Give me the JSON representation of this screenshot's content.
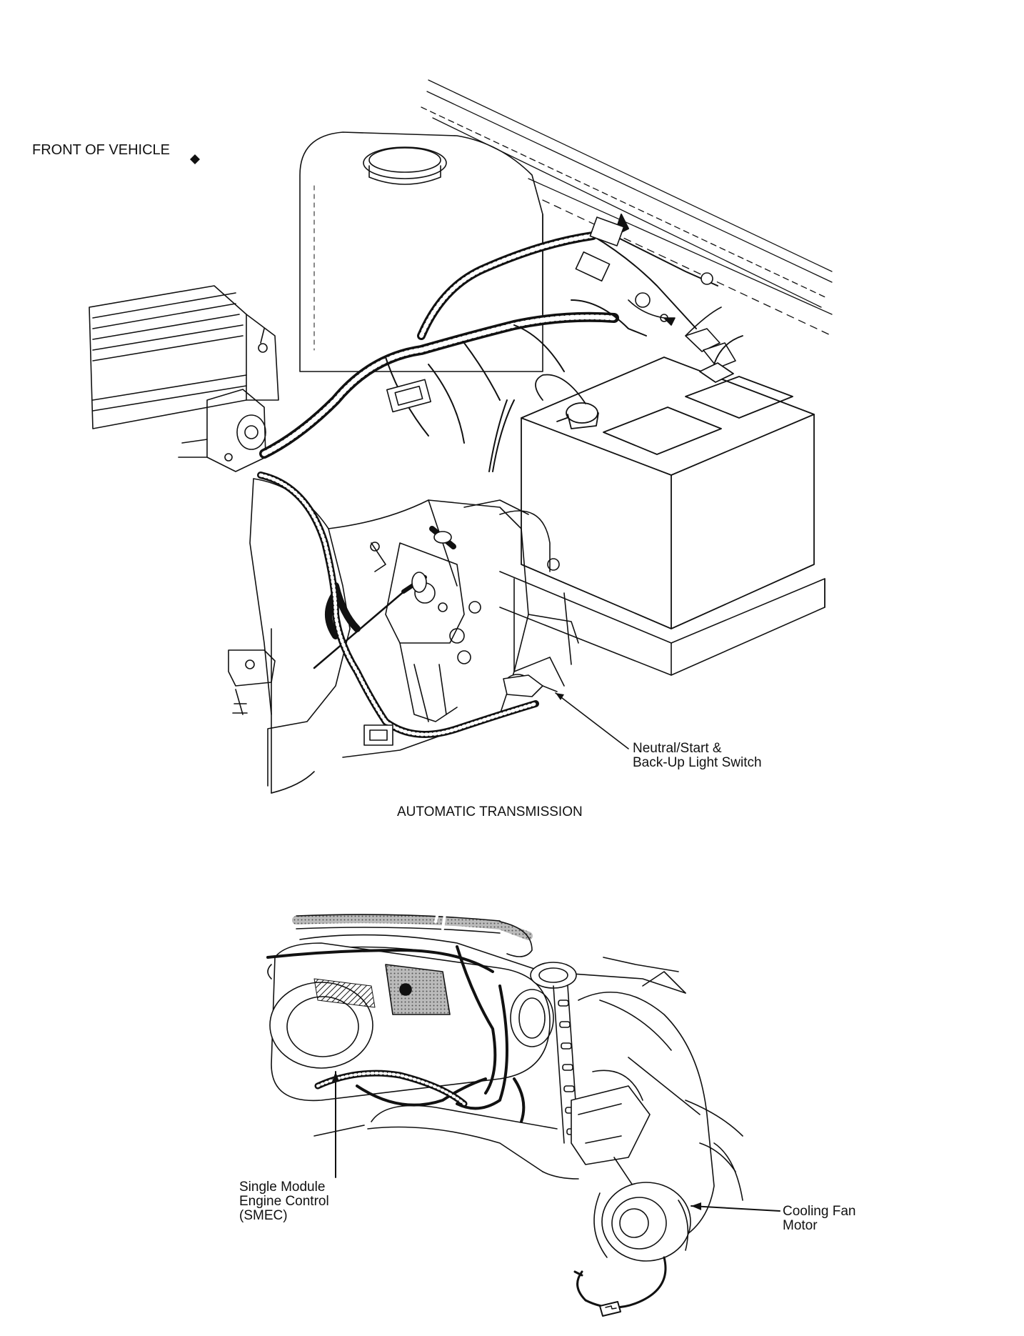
{
  "colors": {
    "ink": "#111111",
    "paper": "#ffffff",
    "shade": "#9a9a9a"
  },
  "top_figure": {
    "front_label": "FRONT OF VEHICLE",
    "front_marker_icon": "arrow-marker-icon",
    "callout_neutral_start": [
      "Neutral/Start &",
      "Back-Up Light Switch"
    ],
    "caption": "AUTOMATIC TRANSMISSION"
  },
  "bottom_figure": {
    "callout_smec": [
      "Single Module",
      "Engine Control",
      "(SMEC)"
    ],
    "callout_fan": [
      "Cooling Fan",
      "Motor"
    ]
  }
}
